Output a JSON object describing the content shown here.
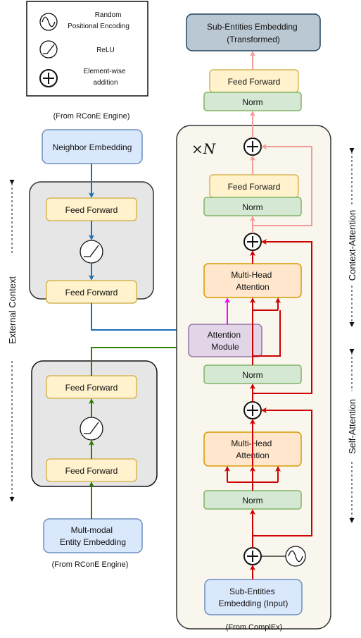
{
  "legend": {
    "positional": "Random\nPositional Encoding",
    "relu": "ReLU",
    "addition": "Element-wise\naddition"
  },
  "captions": {
    "from_rcone_top": "(From RConE Engine)",
    "from_rcone_bottom": "(From RConE Engine)",
    "from_complex": "(From ComplEx)"
  },
  "boxes": {
    "neighbor_embedding": "Neighbor Embedding",
    "ext_ff_top_1": "Feed Forward",
    "ext_ff_top_2": "Feed Forward",
    "ext_ff_bot_1": "Feed Forward",
    "ext_ff_bot_2": "Feed Forward",
    "multimodal_embedding": "Mult-modal\nEntity Embedding",
    "attention_module": "Attention\nModule",
    "output_embedding": "Sub-Entities Embedding\n(Transformed)",
    "final_ff": "Feed Forward",
    "final_norm": "Norm",
    "ctx_ff": "Feed Forward",
    "ctx_norm2": "Norm",
    "ctx_mha": "Multi-Head\nAttention",
    "ctx_norm1": "Norm",
    "self_mha": "Multi-Head\nAttention",
    "self_norm": "Norm",
    "input_embedding": "Sub-Entities\nEmbedding (Input)"
  },
  "repeat_label": "×N",
  "side_labels": {
    "external_context": "External Context",
    "context_attention": "Context-Attention",
    "self_attention": "Self-Attention"
  },
  "colors": {
    "blue_fill": "#dae8fc",
    "blue_stroke": "#6c8ebf",
    "yellow_fill": "#fff2cc",
    "yellow_stroke": "#d6b656",
    "green_fill": "#d5e8d4",
    "green_stroke": "#82b366",
    "orange_fill": "#ffe6cc",
    "orange_stroke": "#d79b00",
    "purple_fill": "#e1d5e7",
    "purple_stroke": "#9673a6",
    "slate_fill": "#bac8d3",
    "slate_stroke": "#23445d",
    "red_arrow": "#cc0000",
    "pink_arrow": "#f19c99",
    "blue_arrow": "#1a6fb5",
    "green_arrow": "#2d7d00",
    "magenta_arrow": "#ff00ff"
  }
}
